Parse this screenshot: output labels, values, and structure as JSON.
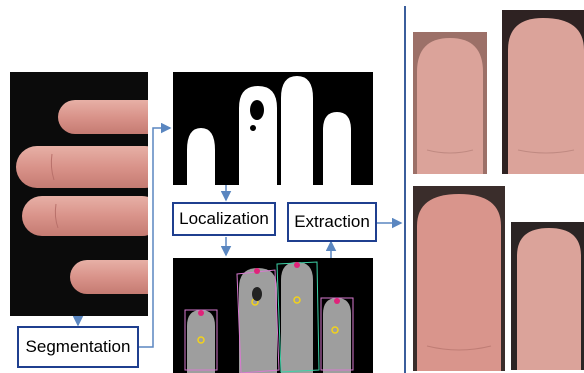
{
  "pipeline": {
    "segmentation_label": "Segmentation",
    "localization_label": "Localization",
    "extraction_label": "Extraction"
  },
  "colors": {
    "arrow": "#5a86c0",
    "box_border": "#1f3f8f",
    "divider": "#3b5e9c",
    "skin": "#d9938a",
    "mask_bg": "#000000",
    "mask_fg": "#ffffff",
    "overlay_finger": "#9e9e9e",
    "marker_magenta": "#e0237a",
    "marker_yellow": "#f3d21a"
  }
}
